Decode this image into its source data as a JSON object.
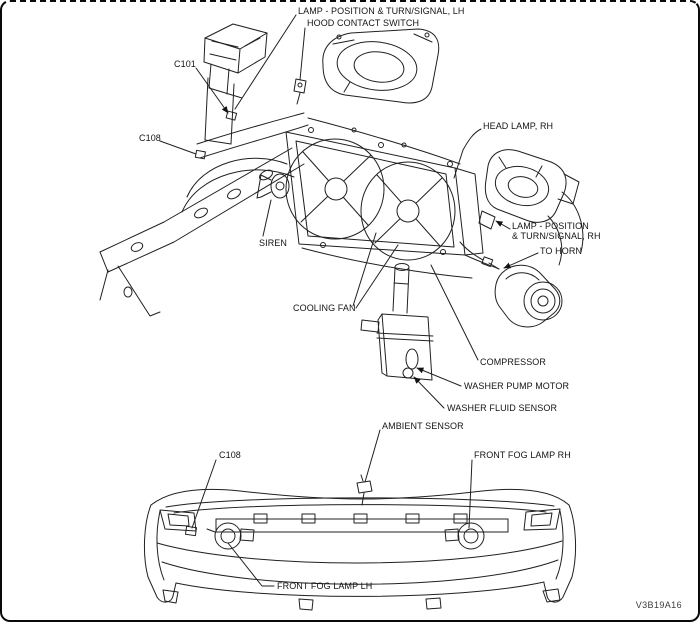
{
  "diagram": {
    "code": "V3B19A16",
    "colors": {
      "line": "#202020",
      "background": "#ffffff",
      "border": "#0a0a0a"
    },
    "labels": {
      "lamp_position_turn_signal_lh": "LAMP - POSITION & TURN/SIGNAL, LH",
      "hood_contact_switch": "HOOD CONTACT SWITCH",
      "c101": "C101",
      "c108_top": "C108",
      "head_lamp_rh": "HEAD LAMP, RH",
      "lamp_position_turn_signal_rh": "LAMP - POSITION\n& TURN/SIGNAL, RH",
      "to_horn": "TO HORN",
      "siren": "SIREN",
      "cooling_fan": "COOLING FAN",
      "compressor": "COMPRESSOR",
      "washer_pump_motor": "WASHER PUMP MOTOR",
      "washer_fluid_sensor": "WASHER FLUID SENSOR",
      "ambient_sensor": "AMBIENT SENSOR",
      "c108_bumper": "C108",
      "front_fog_lamp_rh": "FRONT FOG LAMP RH",
      "front_fog_lamp_lh": "FRONT FOG LAMP LH"
    }
  }
}
